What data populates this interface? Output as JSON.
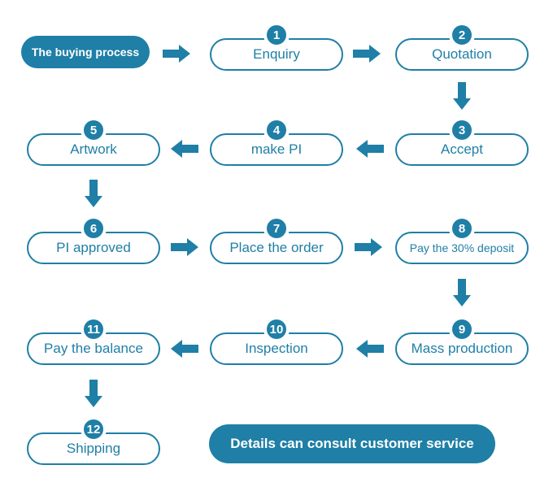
{
  "title": "The buying process",
  "footer_note": "Details can consult customer service",
  "colors": {
    "accent": "#1f7fa6",
    "background": "#ffffff"
  },
  "steps": [
    {
      "num": "1",
      "label": "Enquiry"
    },
    {
      "num": "2",
      "label": "Quotation"
    },
    {
      "num": "3",
      "label": "Accept"
    },
    {
      "num": "4",
      "label": "make PI"
    },
    {
      "num": "5",
      "label": "Artwork"
    },
    {
      "num": "6",
      "label": "PI approved"
    },
    {
      "num": "7",
      "label": "Place the order"
    },
    {
      "num": "8",
      "label": "Pay the 30% deposit"
    },
    {
      "num": "9",
      "label": "Mass production"
    },
    {
      "num": "10",
      "label": "Inspection"
    },
    {
      "num": "11",
      "label": "Pay the balance"
    },
    {
      "num": "12",
      "label": "Shipping"
    }
  ]
}
